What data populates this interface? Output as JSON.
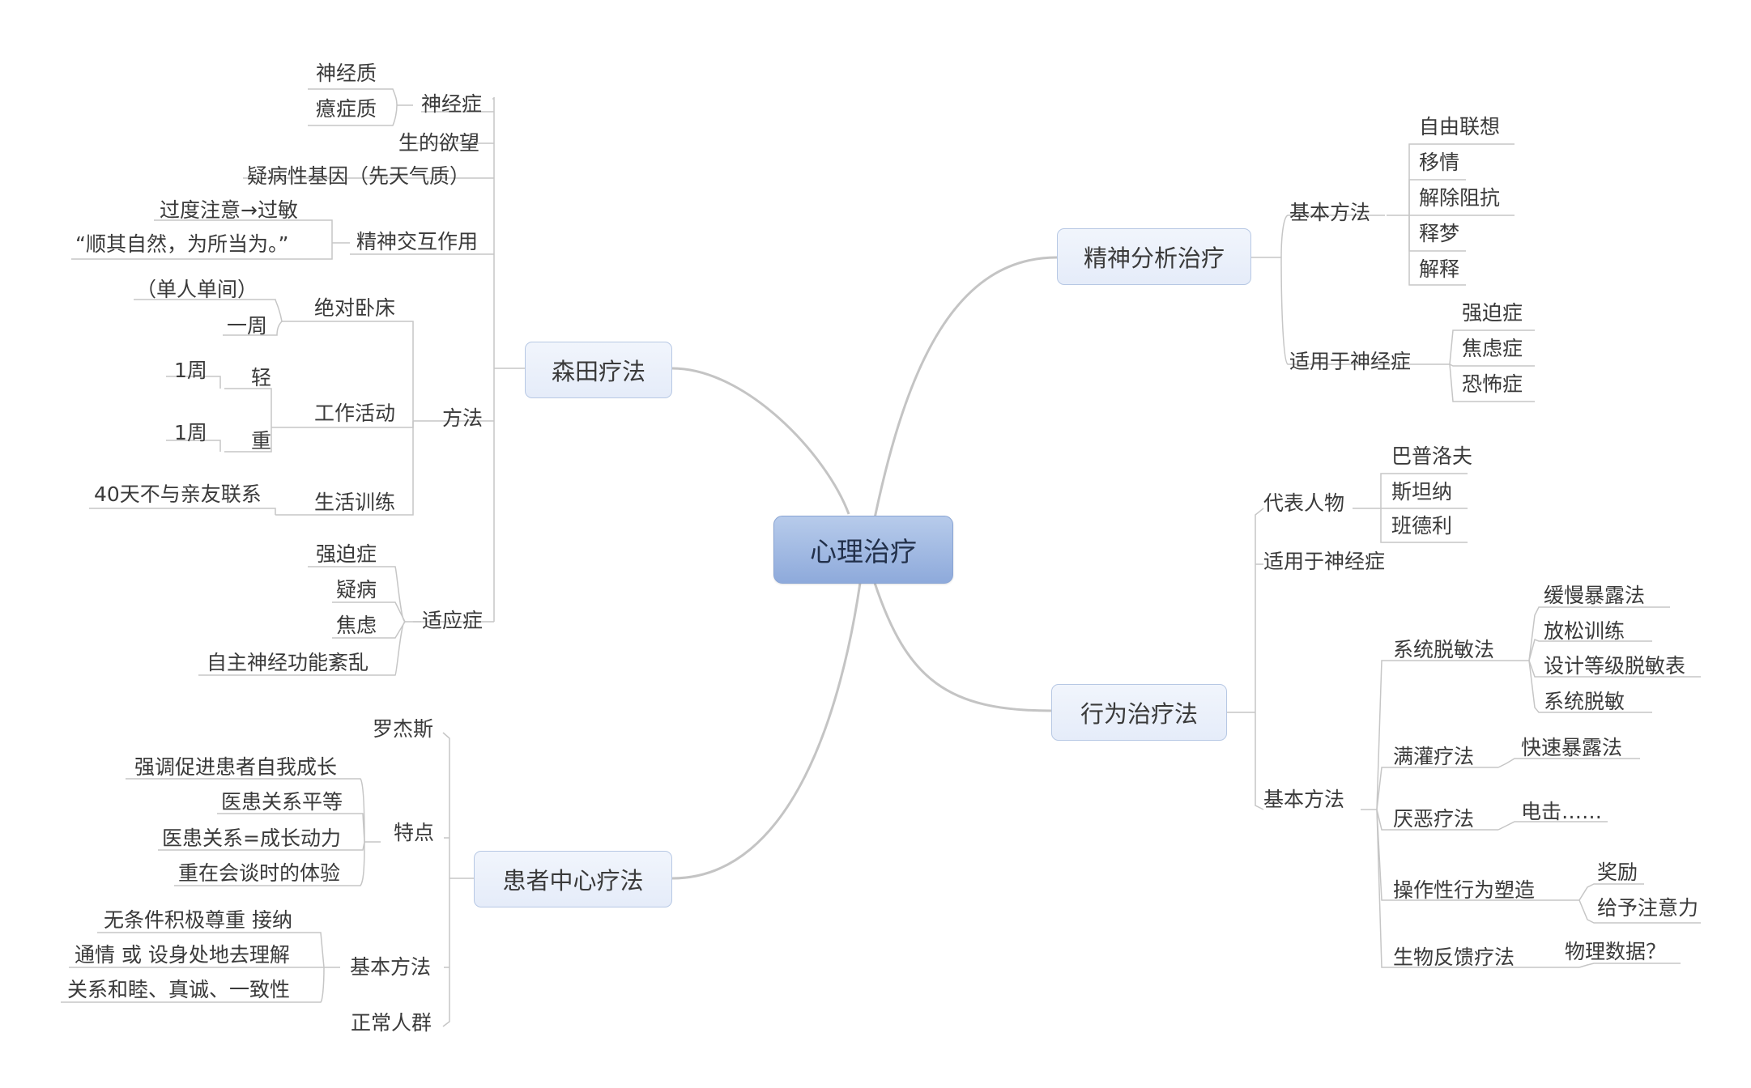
{
  "center": {
    "label": "心理治疗"
  },
  "morita": {
    "label": "森田疗法",
    "neurosis": {
      "label": "神经症",
      "items": [
        "神经质",
        "癔症质"
      ]
    },
    "desire": "生的欲望",
    "hypochondria_gene": "疑病性基因（先天气质）",
    "mental_interaction": {
      "label": "精神交互作用",
      "items": [
        "过度注意→过敏",
        "“顺其自然，为所当为。”"
      ]
    },
    "method": {
      "label": "方法",
      "bed_rest": {
        "label": "绝对卧床",
        "items": [
          "（单人单间）",
          "一周"
        ]
      },
      "work": {
        "label": "工作活动",
        "light": {
          "label": "轻",
          "duration": "1周"
        },
        "heavy": {
          "label": "重",
          "duration": "1周"
        }
      },
      "life_training": {
        "label": "生活训练",
        "items": [
          "40天不与亲友联系"
        ]
      }
    },
    "indications": {
      "label": "适应症",
      "items": [
        "强迫症",
        "疑病",
        "焦虑",
        "自主神经功能紊乱"
      ]
    }
  },
  "client_centered": {
    "label": "患者中心疗法",
    "rogers": "罗杰斯",
    "features": {
      "label": "特点",
      "items": [
        "强调促进患者自我成长",
        "医患关系平等",
        "医患关系=成长动力",
        "重在会谈时的体验"
      ]
    },
    "basic_methods": {
      "label": "基本方法",
      "items": [
        "无条件积极尊重  接纳",
        "通情 或 设身处地去理解",
        "关系和睦、真诚、一致性"
      ]
    },
    "normal_population": "正常人群"
  },
  "psychoanalysis": {
    "label": "精神分析治疗",
    "basic_methods": {
      "label": "基本方法",
      "items": [
        "自由联想",
        "移情",
        "解除阻抗",
        "释梦",
        "解释"
      ]
    },
    "applicable": {
      "label": "适用于神经症",
      "items": [
        "强迫症",
        "焦虑症",
        "恐怖症"
      ]
    }
  },
  "behavior": {
    "label": "行为治疗法",
    "representatives": {
      "label": "代表人物",
      "items": [
        "巴普洛夫",
        "斯坦纳",
        "班德利"
      ]
    },
    "applicable": "适用于神经症",
    "basic_methods": {
      "label": "基本方法",
      "desensitization": {
        "label": "系统脱敏法",
        "items": [
          "缓慢暴露法",
          "放松训练",
          "设计等级脱敏表",
          "系统脱敏"
        ]
      },
      "flooding": {
        "label": "满灌疗法",
        "items": [
          "快速暴露法"
        ]
      },
      "aversion": {
        "label": "厌恶疗法",
        "items": [
          "电击……"
        ]
      },
      "operant": {
        "label": "操作性行为塑造",
        "items": [
          "奖励",
          "给予注意力"
        ]
      },
      "biofeedback": {
        "label": "生物反馈疗法",
        "items": [
          "物理数据？"
        ]
      }
    }
  },
  "colors": {
    "line": "#c4c4c4",
    "center_fill": "#9db6e2",
    "topic_fill": "#e8eef9",
    "topic_border": "#b7c8e4"
  }
}
